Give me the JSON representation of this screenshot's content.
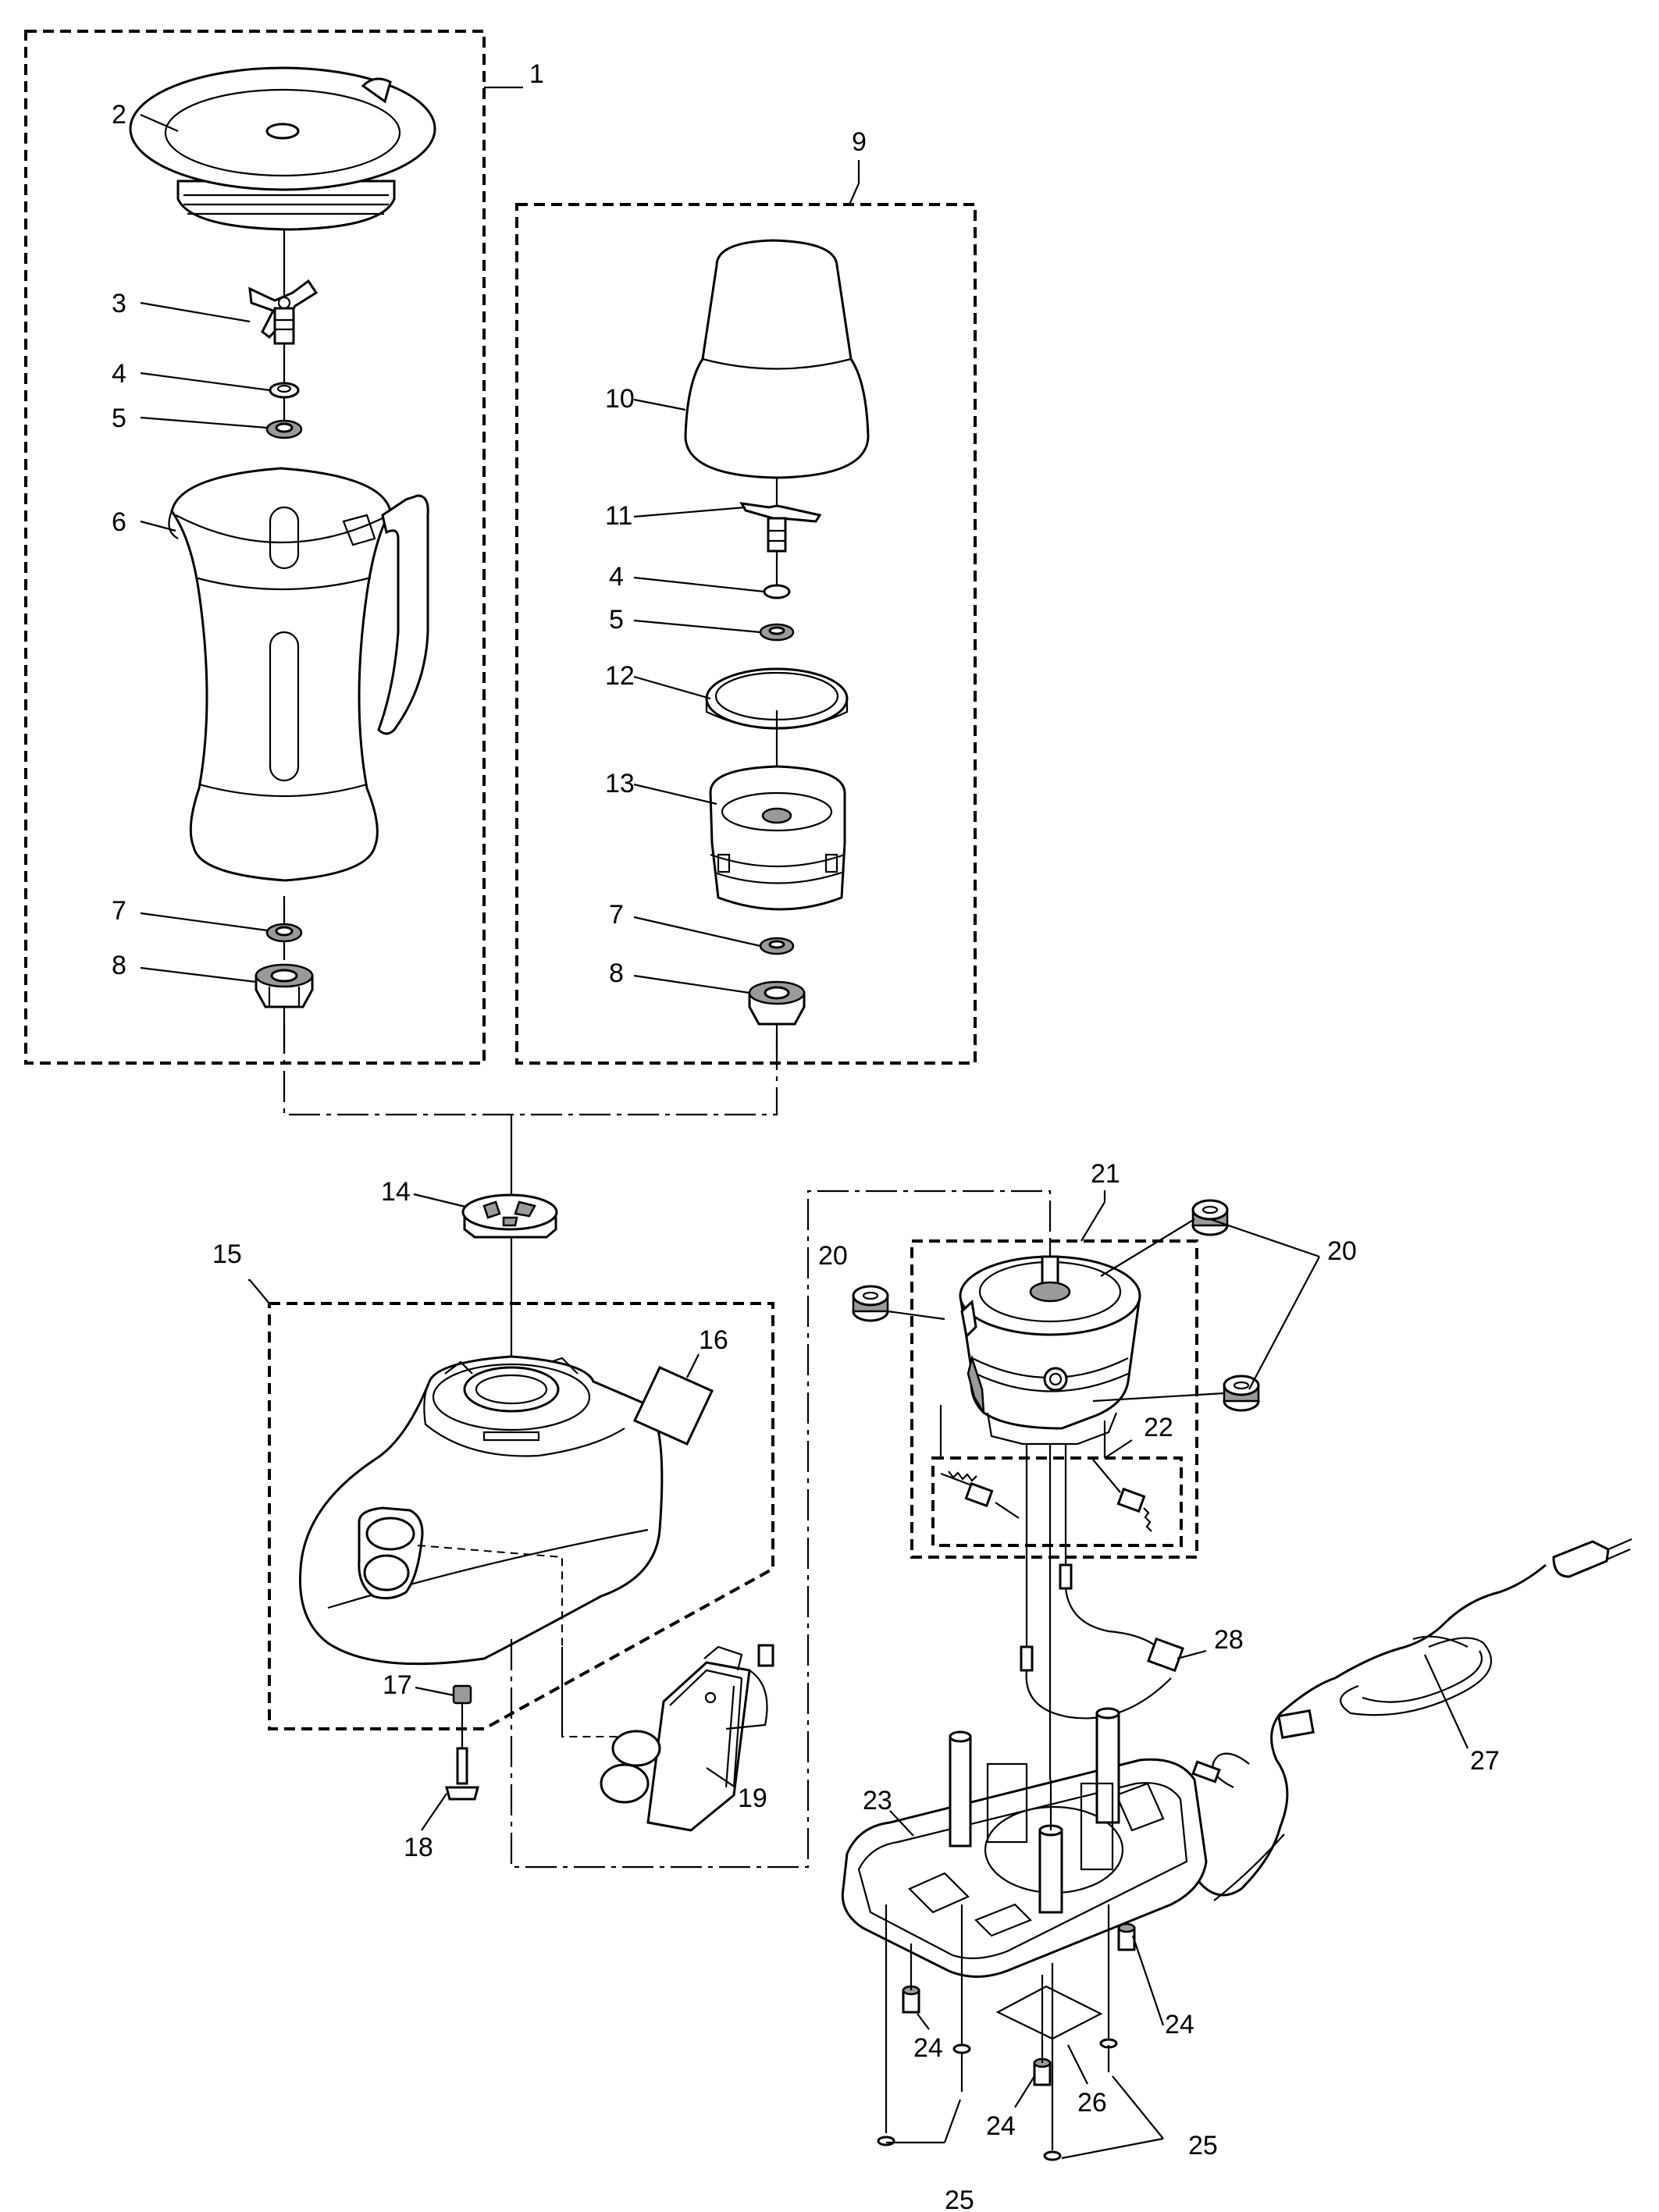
{
  "callouts": {
    "c1": "1",
    "c2": "2",
    "c3": "3",
    "c4a": "4",
    "c5a": "5",
    "c6": "6",
    "c7a": "7",
    "c8a": "8",
    "c9": "9",
    "c10": "10",
    "c11": "11",
    "c4b": "4",
    "c5b": "5",
    "c12": "12",
    "c13": "13",
    "c7b": "7",
    "c8b": "8",
    "c14": "14",
    "c15": "15",
    "c16": "16",
    "c17": "17",
    "c18": "18",
    "c19": "19",
    "c20a": "20",
    "c20b": "20",
    "c21": "21",
    "c22": "22",
    "c23": "23",
    "c24a": "24",
    "c24b": "24",
    "c24c": "24",
    "c25a": "25",
    "c25b": "25",
    "c26": "26",
    "c27": "27",
    "c28": "28"
  }
}
